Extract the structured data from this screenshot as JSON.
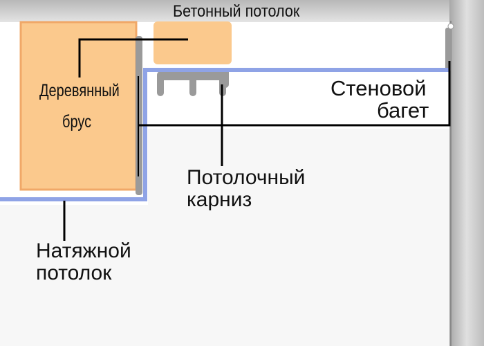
{
  "labels": {
    "concrete_ceiling": "Бетонный потолок",
    "wooden_beam_line1": "Деревянный",
    "wooden_beam_line2": "брус",
    "wall_baguette_line1": "Стеновой",
    "wall_baguette_line2": "багет",
    "ceiling_cornice_line1": "Потолочный",
    "ceiling_cornice_line2": "карниз",
    "stretch_ceiling_line1": "Натяжной",
    "stretch_ceiling_line2": "потолок"
  },
  "colors": {
    "wood_fill": "#fbc98d",
    "wood_border": "#f0a868",
    "concrete_top": "#c8c8c8",
    "stretch_film": "#8fa3e6",
    "profile_gray": "#9a9a9a",
    "wall_gray": "#b0b0b0",
    "leader_line": "#000000"
  }
}
